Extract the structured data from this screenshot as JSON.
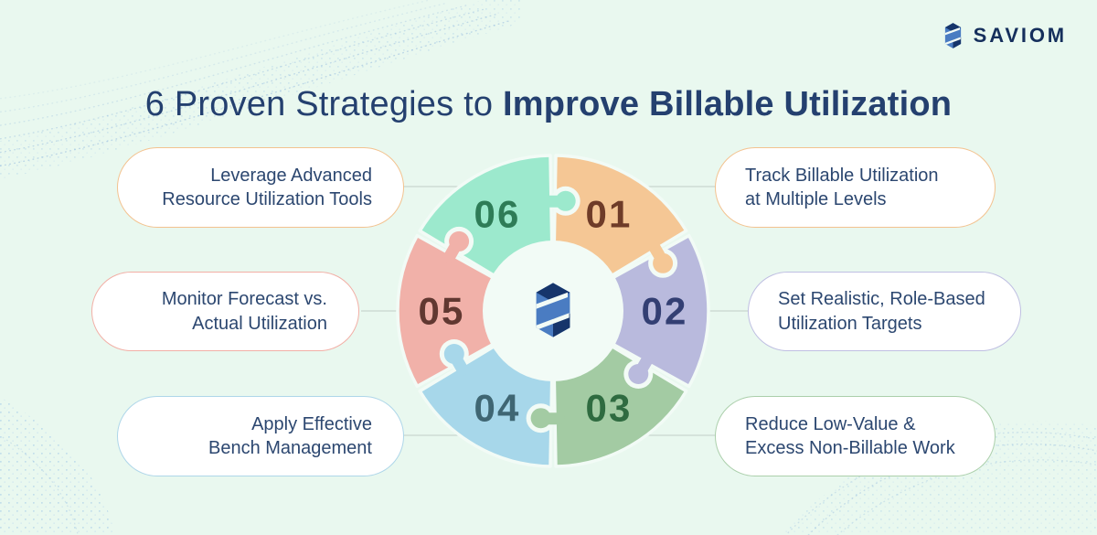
{
  "brand": {
    "name": "SAVIOM",
    "logo_navy": "#16356b",
    "logo_blue": "#4a7cc2"
  },
  "title": {
    "prefix": "6 Proven Strategies to",
    "emphasis": "Improve Billable Utilization"
  },
  "strategies": [
    {
      "number": "01",
      "lines": [
        "Track Billable Utilization",
        "at Multiple Levels"
      ],
      "wedge_color": "#f5c795",
      "number_color": "#6f3c28",
      "pill_border": "#f3c28f",
      "position": "top-right"
    },
    {
      "number": "02",
      "lines": [
        "Set Realistic, Role-Based",
        "Utilization Targets"
      ],
      "wedge_color": "#b9badd",
      "number_color": "#333f73",
      "pill_border": "#bfbfe2",
      "position": "middle-right"
    },
    {
      "number": "03",
      "lines": [
        "Reduce Low-Value &",
        "Excess Non-Billable Work"
      ],
      "wedge_color": "#a3cba3",
      "number_color": "#2f6b40",
      "pill_border": "#abcfab",
      "position": "bottom-right"
    },
    {
      "number": "04",
      "lines": [
        "Apply Effective",
        "Bench Management"
      ],
      "wedge_color": "#a7d7ea",
      "number_color": "#3f6673",
      "pill_border": "#aed6e9",
      "position": "bottom-left"
    },
    {
      "number": "05",
      "lines": [
        "Monitor Forecast vs.",
        "Actual Utilization"
      ],
      "wedge_color": "#f1b1a9",
      "number_color": "#613831",
      "pill_border": "#f2afa6",
      "position": "middle-left"
    },
    {
      "number": "06",
      "lines": [
        "Leverage Advanced",
        "Resource Utilization Tools"
      ],
      "wedge_color": "#9ce9cd",
      "number_color": "#2e7c57",
      "pill_border": "#f3c28f",
      "position": "top-left"
    }
  ],
  "colors": {
    "background": "#e9f8ef",
    "title_text": "#24406f",
    "pill_text": "#2c4770",
    "pill_background": "#ffffff",
    "connector_line": "#c9d6cf",
    "wedge_gap": "#f2fbf6",
    "decorative_dots": "#8fb5dd"
  }
}
